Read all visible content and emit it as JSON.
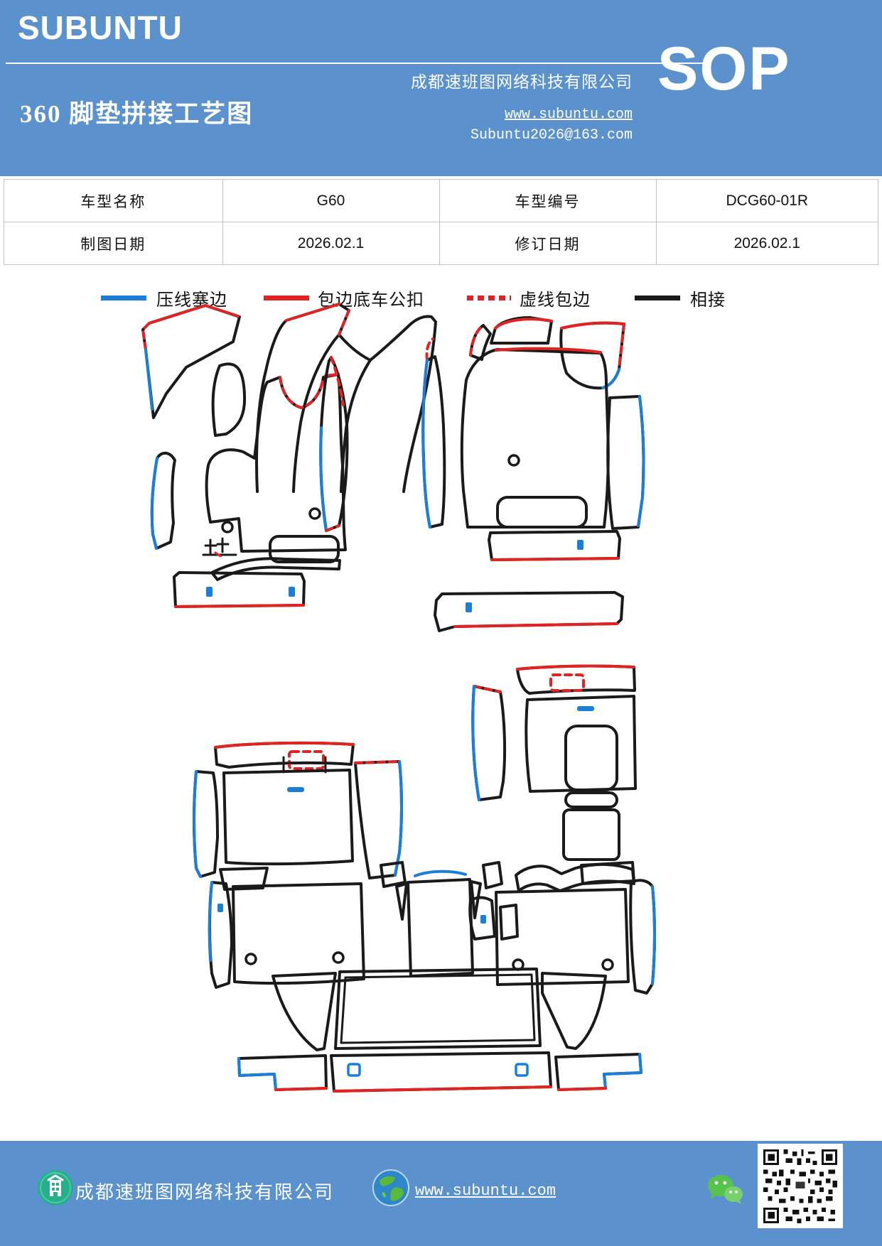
{
  "theme": {
    "band_blue": "#5b92ce",
    "line_blue": "#1b7ed8",
    "line_red": "#e02424",
    "line_black": "#1a1a1a",
    "table_border": "#c3c3c3"
  },
  "header": {
    "logo": "SUBUNTU",
    "company": "成都速班图网络科技有限公司",
    "title": "360 脚垫拼接工艺图",
    "badge": "SOP",
    "website": "www.subuntu.com",
    "email": "Subuntu2026@163.com"
  },
  "info_table": {
    "rows": [
      [
        "车型名称",
        "G60",
        "车型编号",
        "DCG60-01R"
      ],
      [
        "制图日期",
        "2026.02.1",
        "修订日期",
        "2026.02.1"
      ]
    ]
  },
  "legend": {
    "items": [
      {
        "label": "压线塞边",
        "style": "solid",
        "color": "#1b7ed8"
      },
      {
        "label": "包边底车公扣",
        "style": "solid",
        "color": "#e02424"
      },
      {
        "label": "虚线包边",
        "style": "dashed",
        "color": "#e02424"
      },
      {
        "label": "相接",
        "style": "solid",
        "color": "#1a1a1a"
      }
    ]
  },
  "diagram": {
    "groups": [
      "front-left-mat-set",
      "front-right-mat-set",
      "rear-and-cargo-mat-set"
    ],
    "edge_coding": {
      "blue": "压线塞边",
      "red": "包边底车公扣",
      "red_dashed": "虚线包边",
      "black": "相接"
    }
  },
  "footer": {
    "company": "成都速班图网络科技有限公司",
    "website": "www.subuntu.com",
    "icons": [
      "building-icon",
      "globe-icon",
      "wechat-icon",
      "qr-code"
    ]
  }
}
